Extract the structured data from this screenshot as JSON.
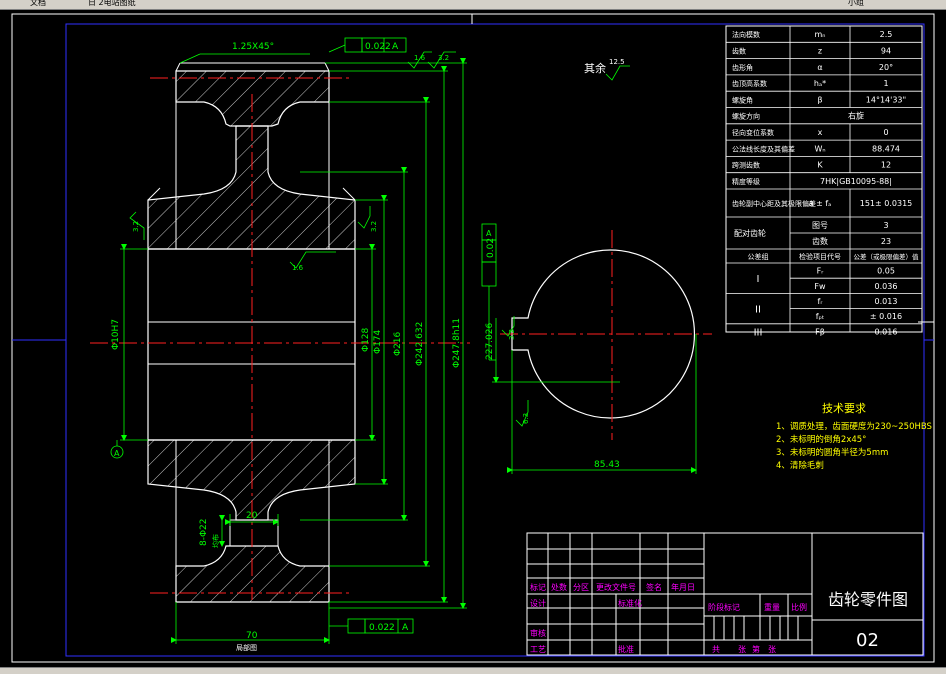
{
  "toolbar": {
    "item_1": "文档 ",
    "item_2": "日 2电站图纸",
    "item_3": "",
    "item_4": "",
    "item_5": "",
    "item_6": "小组"
  },
  "colors": {
    "background": "#000000",
    "outline": "#ffffff",
    "dimension": "#00ff00",
    "centerline": "#ff2020",
    "frame": "#3030ff",
    "table_text": "#ffffff",
    "tech_text": "#ffff00",
    "titleblock_label": "#ff00ff"
  },
  "drawing": {
    "section_dims": {
      "chamfer": "1.25X45°",
      "tol_top": "0.022",
      "datum_top": "A",
      "rough_top_1": "1.6",
      "rough_top_2": "3.2",
      "rough_left": "3.2",
      "rough_right": "3.2",
      "rough_bore": "1.6",
      "bore_dia": "Φ10H7",
      "dia_128": "Φ128",
      "dia_174": "Φ174",
      "dia_216": "Φ216",
      "dia_root": "Φ242.632",
      "dia_tip": "Φ247.8h11",
      "hole": "8-Φ22",
      "hole_note": "均布",
      "width_20": "20",
      "width_70": "70",
      "tol_bottom": "0.022",
      "datum_bottom": "A",
      "caption": "局部图",
      "datum_marker": "A"
    },
    "rest_label": "其余",
    "rest_rough": "12.5",
    "circle_view": {
      "tol_value": "0.02",
      "datum": "A",
      "dim_227": "227.026",
      "rough_kw": "3.2",
      "rough_bore": "6.3",
      "dim_85": "85.43"
    }
  },
  "params": [
    {
      "name": "法向模数",
      "sym": "mₙ",
      "val": "2.5"
    },
    {
      "name": "齿数",
      "sym": "z",
      "val": "94"
    },
    {
      "name": "齿形角",
      "sym": "α",
      "val": "20°"
    },
    {
      "name": "齿顶高系数",
      "sym": "hₐ*",
      "val": "1"
    },
    {
      "name": "螺旋角",
      "sym": "β",
      "val": "14°14'33\""
    },
    {
      "name": "螺旋方向",
      "merged": "右旋"
    },
    {
      "name": "径向变位系数",
      "sym": "x",
      "val": "0"
    },
    {
      "name": "公法线长度及其偏差",
      "sym": "Wₙ",
      "val": "88.474"
    },
    {
      "name": "跨测齿数",
      "sym": "K",
      "val": "12"
    },
    {
      "name": "精度等级",
      "merged": "7HK|GB10095-88|"
    },
    {
      "name": "齿轮副中心距及其极限偏差",
      "sym": "a ± fₐ",
      "val": "151± 0.0315"
    }
  ],
  "mating": {
    "label": "配对齿轮",
    "row1_key": "图号",
    "row1_val": "3",
    "row2_key": "齿数",
    "row2_val": "23"
  },
  "tolerance": {
    "head_group": "公差组",
    "head_code": "检验项目代号",
    "head_value": "公差（或极限偏差）值",
    "groups": [
      {
        "label": "I",
        "rows": [
          {
            "code": "Fᵣ",
            "val": "0.05"
          },
          {
            "code": "Fw",
            "val": "0.036"
          }
        ]
      },
      {
        "label": "II",
        "rows": [
          {
            "code": "fᵣ",
            "val": "0.013"
          },
          {
            "code": "fₚₜ",
            "val": "± 0.016"
          }
        ]
      },
      {
        "label": "III",
        "rows": [
          {
            "code": "Fβ",
            "val": "0.016"
          }
        ]
      }
    ]
  },
  "tech": {
    "title": "技术要求",
    "items": [
      "1、调质处理，齿面硬度为230~250HBS",
      "2、未标明的倒角2x45°",
      "3、未标明的圆角半径为5mm",
      "4、清除毛刺"
    ]
  },
  "titleblock": {
    "mark": "标记",
    "count": "处数",
    "zone": "分区",
    "doc": "更改文件号",
    "sign": "签名",
    "date": "年月日",
    "design": "设计",
    "standard": "标准化",
    "stage": "阶段标记",
    "weight": "重量",
    "scale": "比例",
    "review": "审核",
    "process": "工艺",
    "approve": "批准",
    "total": "共",
    "sheet": "张",
    "page": "第",
    "sheet2": "张",
    "title": "齿轮零件图",
    "number": "02"
  }
}
